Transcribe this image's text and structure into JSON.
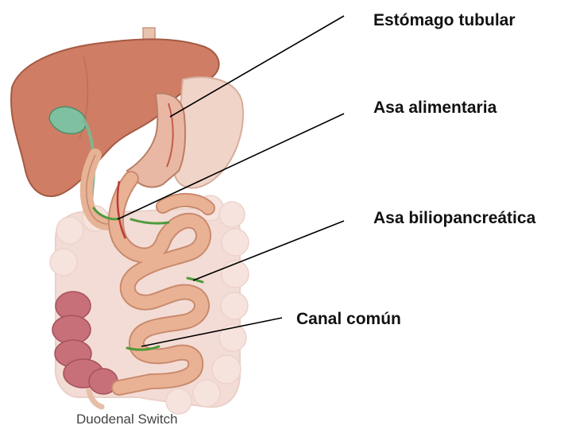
{
  "title": "Duodenal Switch",
  "labels": {
    "stomach": "Estómago tubular",
    "alimentary": "Asa alimentaria",
    "biliopancreatic": "Asa biliopancreática",
    "common": "Canal común"
  },
  "colors": {
    "liver": "#cf7d64",
    "stomach": "#e8b8a4",
    "intestine": "#e7a788",
    "colon": "#f2d9d2",
    "cecum": "#c8707a",
    "gallbladder": "#7fc0a0",
    "bile_route": "#4f9a3c",
    "leader_line": "#000000"
  }
}
